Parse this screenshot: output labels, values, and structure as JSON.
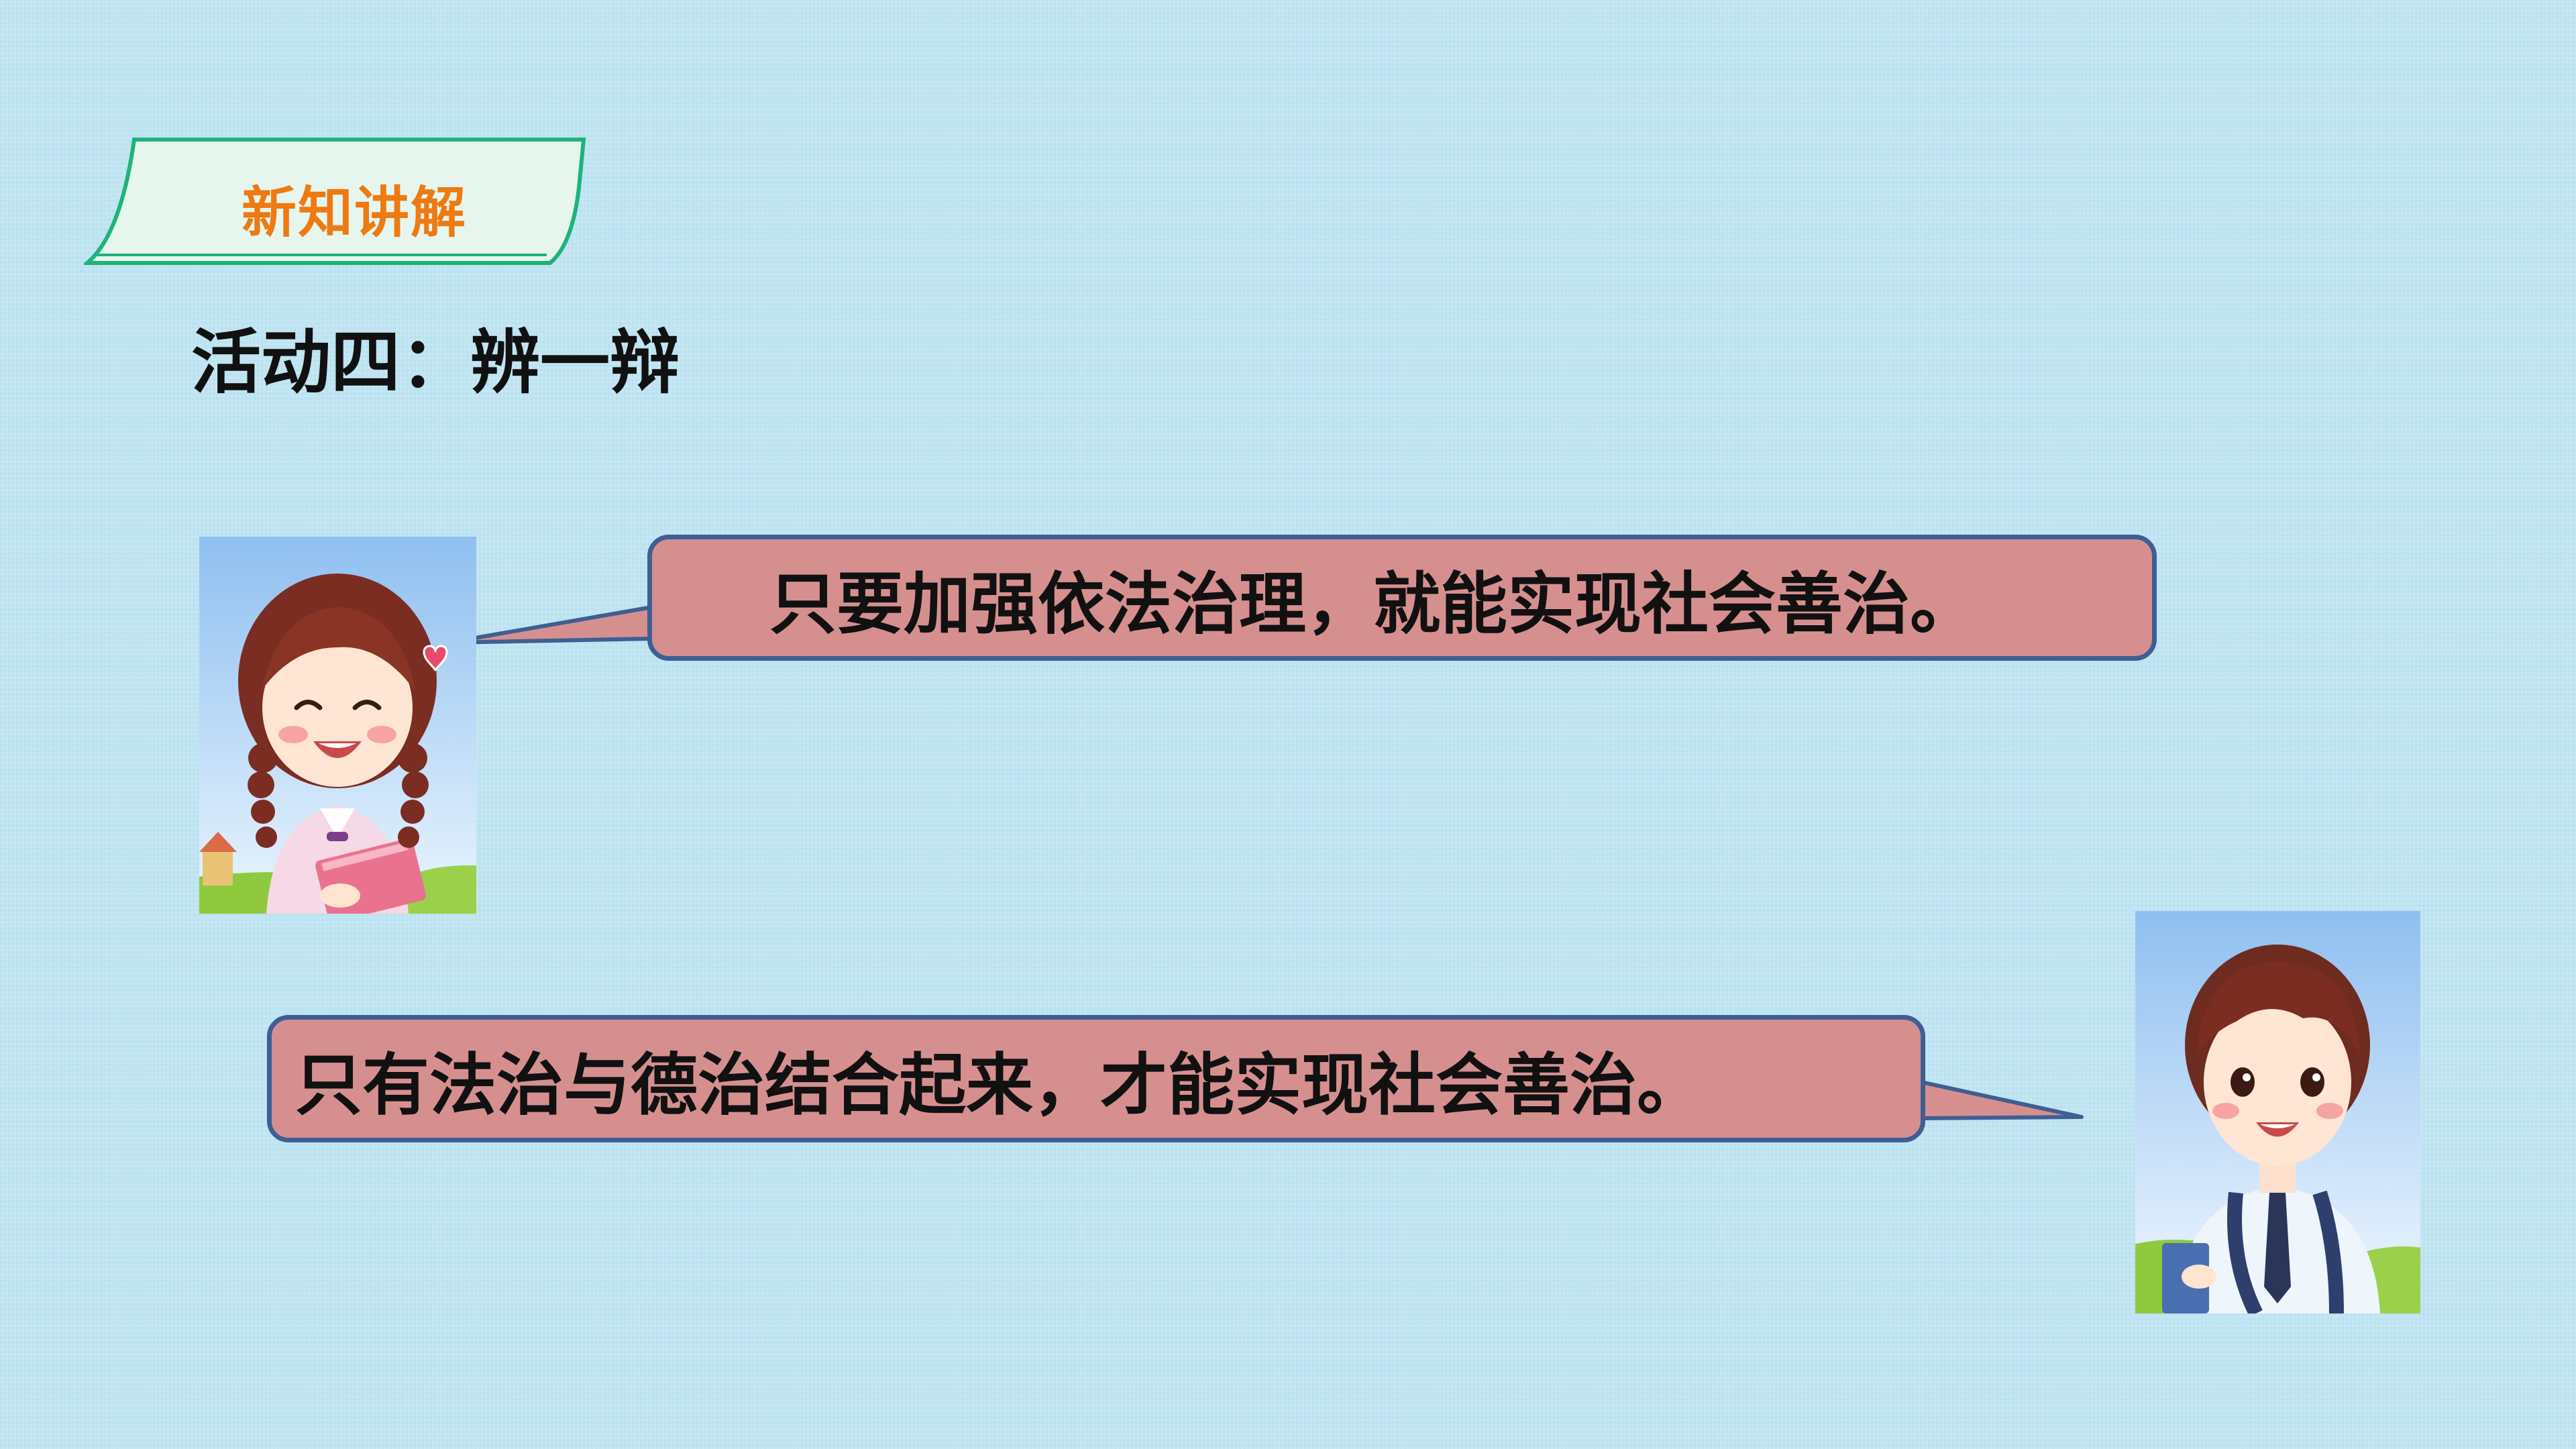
{
  "header": {
    "badge_label": "新知讲解",
    "activity_title": "活动四：辨一辩"
  },
  "dialogue": [
    {
      "speaker_icon": "girl-avatar",
      "text": "只要加强依法治理，就能实现社会善治。"
    },
    {
      "speaker_icon": "boy-avatar",
      "text": "只有法治与德治结合起来，才能实现社会善治。"
    }
  ],
  "colors": {
    "background": "#bfe4f2",
    "badge_fill": "#e6f6ef",
    "badge_border": "#1db37a",
    "badge_text": "#ee7a12",
    "bubble_fill": "#d68f8f",
    "bubble_border": "#3e5f93"
  }
}
